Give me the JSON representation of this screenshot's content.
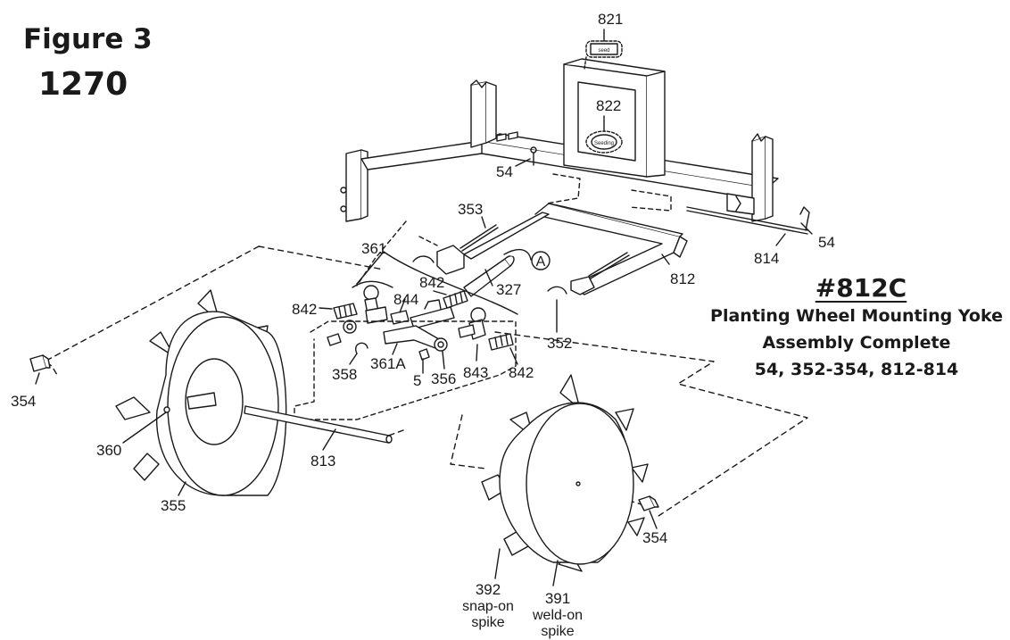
{
  "figure": {
    "label": "Figure 3",
    "model": "1270"
  },
  "assembly": {
    "number": "#812C",
    "name_line1": "Planting Wheel Mounting Yoke",
    "name_line2": "Assembly Complete",
    "parts_line": "54, 352-354, 812-814"
  },
  "callouts": {
    "c821": "821",
    "c822": "822",
    "c54_top": "54",
    "c54_right": "54",
    "c353": "353",
    "c361": "361",
    "c842_upper": "842",
    "c842_left": "842",
    "c842_right": "842",
    "c844": "844",
    "c327": "327",
    "c812": "812",
    "c814": "814",
    "c352": "352",
    "c358": "358",
    "c361a": "361A",
    "c5": "5",
    "c356": "356",
    "c843": "843",
    "c354_left": "354",
    "c354_right": "354",
    "c360": "360",
    "c813": "813",
    "c355": "355",
    "c392": "392",
    "c392_desc1": "snap-on",
    "c392_desc2": "spike",
    "c391": "391",
    "c391_desc1": "weld-on",
    "c391_desc2": "spike",
    "circle_a": "A"
  },
  "decals": {
    "decal_821_text": "seed",
    "decal_822_text": "Seeding"
  }
}
